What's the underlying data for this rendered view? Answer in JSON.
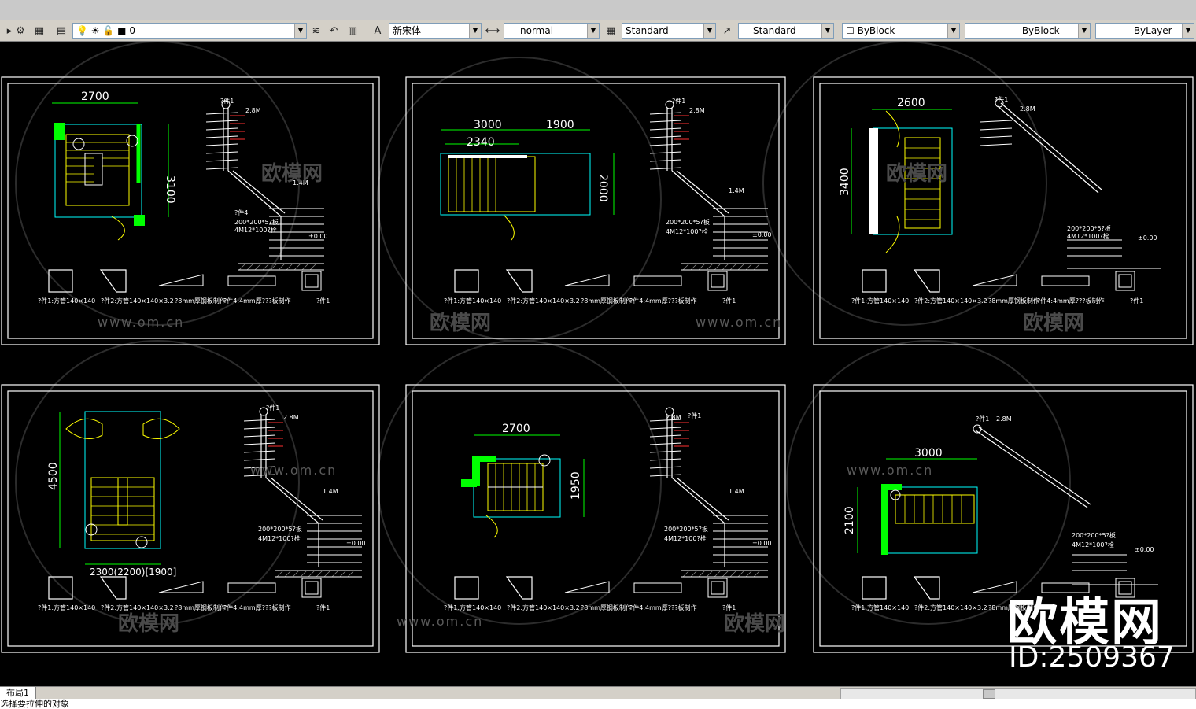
{
  "toolbar": {
    "layer_value": "0",
    "textstyle_font": "新宋体",
    "dimstyle": "normal",
    "tablestyle": "Standard",
    "multileader_style": "Standard",
    "color": "ByBlock",
    "linetype": "ByBlock",
    "lineweight": "ByLayer"
  },
  "drawings": {
    "d1": {
      "dim_top": "2700",
      "dim_side": "3100"
    },
    "d2": {
      "dim_top_a": "3000",
      "dim_top_b": "1900",
      "dim_inner": "2340",
      "dim_side": "2000"
    },
    "d3": {
      "dim_top": "2600",
      "dim_side": "3400"
    },
    "d4": {
      "dim_side": "4500",
      "dim_bottom": "2300(2200)[1900]"
    },
    "d5": {
      "dim_top": "2700",
      "dim_side": "1950"
    },
    "d6": {
      "dim_top": "3000",
      "dim_side": "2100"
    }
  },
  "details": {
    "item1": "?件1",
    "elev_top": "2.8M",
    "elev_mid": "1.4M",
    "elev_base": "±0.00",
    "item4": "?件4",
    "embed_a": "200*200*5?板",
    "embed_b": "4M12*100?栓",
    "caption_1": "?件1:方管140×140",
    "caption_2": "?件2:方管140×140×3.2",
    "caption_3": "?8mm厚钢板制作",
    "caption_4": "?件4:4mm厚???板制作",
    "caption_5": "?件1"
  },
  "layout_tab": "布局1",
  "status_text": "选择要拉伸的对象",
  "watermark": {
    "site": "www.om.cn",
    "brand": "欧模网",
    "id": "ID:2509367"
  },
  "colors": {
    "canvas": "#000000",
    "frame": "#ffffff",
    "dim": "#00ff00",
    "stair": "#ffff00",
    "wall": "#00ffff"
  }
}
